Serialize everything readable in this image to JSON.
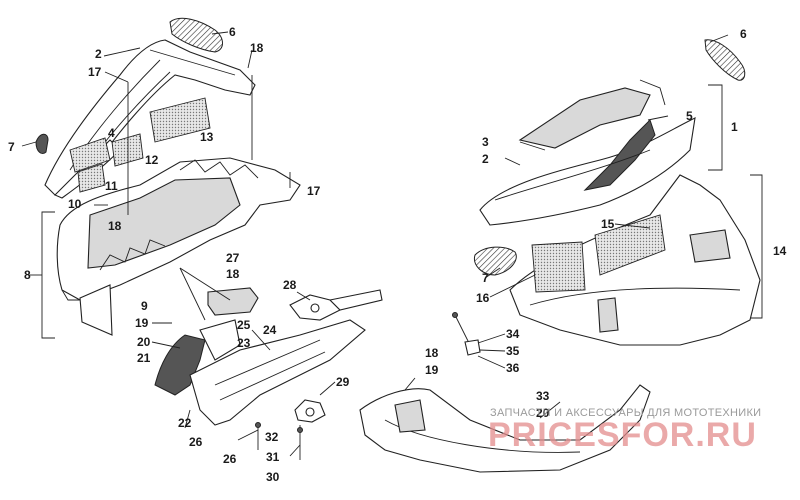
{
  "callouts": [
    {
      "id": "c6a",
      "text": "6"
    },
    {
      "id": "c18a",
      "text": "18"
    },
    {
      "id": "c2a",
      "text": "2"
    },
    {
      "id": "c17a",
      "text": "17"
    },
    {
      "id": "c4",
      "text": "4"
    },
    {
      "id": "c13",
      "text": "13"
    },
    {
      "id": "c7a",
      "text": "7"
    },
    {
      "id": "c12",
      "text": "12"
    },
    {
      "id": "c11",
      "text": "11"
    },
    {
      "id": "c17b",
      "text": "17"
    },
    {
      "id": "c10",
      "text": "10"
    },
    {
      "id": "c18b",
      "text": "18"
    },
    {
      "id": "c8",
      "text": "8"
    },
    {
      "id": "c27",
      "text": "27"
    },
    {
      "id": "c18c",
      "text": "18"
    },
    {
      "id": "c28",
      "text": "28"
    },
    {
      "id": "c9",
      "text": "9"
    },
    {
      "id": "c19a",
      "text": "19"
    },
    {
      "id": "c25",
      "text": "25"
    },
    {
      "id": "c20a",
      "text": "20"
    },
    {
      "id": "c24",
      "text": "24"
    },
    {
      "id": "c23",
      "text": "23"
    },
    {
      "id": "c21",
      "text": "21"
    },
    {
      "id": "c29",
      "text": "29"
    },
    {
      "id": "c22",
      "text": "22"
    },
    {
      "id": "c26a",
      "text": "26"
    },
    {
      "id": "c32",
      "text": "32"
    },
    {
      "id": "c26b",
      "text": "26"
    },
    {
      "id": "c31",
      "text": "31"
    },
    {
      "id": "c30",
      "text": "30"
    },
    {
      "id": "c6b",
      "text": "6"
    },
    {
      "id": "c5",
      "text": "5"
    },
    {
      "id": "c1",
      "text": "1"
    },
    {
      "id": "c3",
      "text": "3"
    },
    {
      "id": "c2b",
      "text": "2"
    },
    {
      "id": "c15",
      "text": "15"
    },
    {
      "id": "c14",
      "text": "14"
    },
    {
      "id": "c7b",
      "text": "7"
    },
    {
      "id": "c16",
      "text": "16"
    },
    {
      "id": "c34",
      "text": "34"
    },
    {
      "id": "c35",
      "text": "35"
    },
    {
      "id": "c36",
      "text": "36"
    },
    {
      "id": "c18d",
      "text": "18"
    },
    {
      "id": "c19b",
      "text": "19"
    },
    {
      "id": "c33",
      "text": "33"
    },
    {
      "id": "c20b",
      "text": "20"
    }
  ],
  "watermark": {
    "tagline": "ЗАПЧАСТИ И АКСЕССУАРЫ ДЛЯ МОТОТЕХНИКИ",
    "brand": "PRICESFOR.RU"
  },
  "colors": {
    "line": "#222222",
    "background": "#ffffff",
    "watermark_brand": "#e48d8d",
    "watermark_tagline": "#9a9a9a"
  }
}
